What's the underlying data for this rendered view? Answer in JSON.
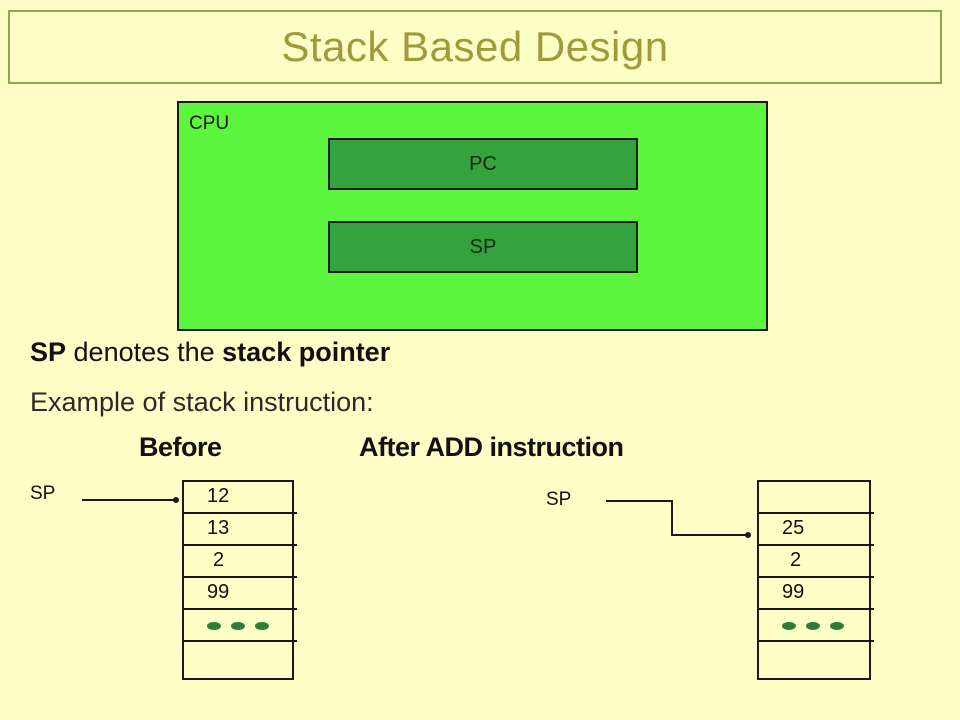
{
  "title": "Stack Based Design",
  "cpu": {
    "label": "CPU",
    "registers": [
      "PC",
      "SP"
    ]
  },
  "description": {
    "sp_bold": "SP",
    "middle": " denotes the ",
    "stack_pointer_bold": "stack pointer"
  },
  "example_text": "Example of stack instruction:",
  "before": {
    "heading": "Before",
    "pointer_label": "SP",
    "cells": [
      "12",
      "13",
      "2",
      "99",
      "",
      ""
    ]
  },
  "after": {
    "heading": "After ADD instruction",
    "pointer_label": "SP",
    "cells": [
      "",
      "25",
      "2",
      "99",
      "",
      ""
    ]
  },
  "colors": {
    "background": "#fdfdc6",
    "title_text": "#a09a3c",
    "title_border": "#8aa84a",
    "cpu_fill": "#5ef53f",
    "register_fill": "#34a23e",
    "ellipsis_dots": "#2e7d3a"
  }
}
